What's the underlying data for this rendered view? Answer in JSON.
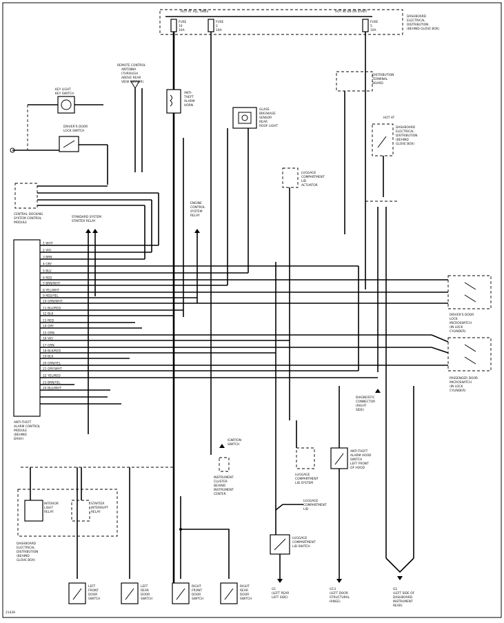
{
  "fuse_panel": {
    "left_header": "HOT AT ALL TIMES",
    "right_header": "HOT IN ON OR START",
    "fuse1": [
      "FUSE",
      "10",
      "10A"
    ],
    "fuse2": [
      "FUSE",
      "2",
      "10A"
    ],
    "fuse3": [
      "FUSE",
      "5",
      "10A"
    ],
    "right_label": [
      "DASHBOARD",
      "ELECTRICAL",
      "DISTRIBUTION",
      "(BEHIND GLOVE BOX)"
    ]
  },
  "components": {
    "horn": [
      "ANTI-THEFT",
      "ALARM HORN"
    ],
    "key_switch": [
      "KEY LIGHT",
      "KEY SWITCH"
    ],
    "driver_lock": [
      "DRIVER'S DOOR",
      "LOCK SWITCH"
    ],
    "central_module": [
      "CENTRAL DOCKING",
      "SYSTEM CONTROL",
      "MODULE"
    ],
    "interior_relay": [
      "STANDARD SYSTEM",
      "STARTER RELAY"
    ],
    "remote_antenna": [
      "REMOTE CONTROL",
      "ANTENNA",
      "(THROUGH",
      "ABOVE REAR",
      "VIEW MIRROR)"
    ],
    "anti_theft_horn": [
      "ANTI-",
      "THEFT",
      "ALARM",
      "HORN"
    ],
    "glass_sensor": [
      "GLASS",
      "BREAKAGE",
      "SENSOR",
      "REAR",
      "ROOF LIGHT"
    ],
    "engine_relay": [
      "ENGINE",
      "CONTROL",
      "SYSTEM",
      "RELAY"
    ],
    "luggage_actuator": [
      "LUGGAGE",
      "COMPARTMENT",
      "LID",
      "ACTUATOR"
    ],
    "distribution_board": [
      "DISTRIBUTION",
      "TERMINAL",
      "BOARD"
    ],
    "hot_at_box": [
      "HOT AT",
      "DASHBOARD",
      "ELECTRICAL",
      "DISTRIBUTION",
      "(BEHIND",
      "GLOVE BOX)"
    ],
    "rear_lock_upper": [
      "DRIVER'S DOOR",
      "LOCK",
      "MICROSWITCH",
      "(IN LOCK",
      "CYLINDER)"
    ],
    "rear_lock_lower": [
      "PASSENGER DOOR",
      "MICROSWITCH",
      "(IN LOCK",
      "CYLINDER)"
    ],
    "alarm_module": [
      "ANTI-THEFT",
      "ALARM CONTROL",
      "MODULE",
      "(BEHIND",
      "DASH)"
    ],
    "ignition": [
      "IGNITION",
      "SWITCH"
    ],
    "instrument": [
      "INSTRUMENT",
      "CLUSTER",
      "BEHIND",
      "INSTRUMENT",
      "CENTER"
    ],
    "interior_light_relay": [
      "INTERIOR",
      "LIGHT",
      "RELAY"
    ],
    "starter_relay": [
      "STARTER",
      "INTERRUPT",
      "RELAY"
    ],
    "relay_block": [
      "DASHBOARD",
      "ELECTRICAL",
      "DISTRIBUTION",
      "(BEHIND",
      "GLOVE BOX)"
    ],
    "luggage_sw": [
      "LUGGAGE",
      "COMPARTMENT",
      "LID"
    ],
    "luggage_lid_switch": [
      "LUGGAGE",
      "COMPARTMENT",
      "LID SWITCH"
    ],
    "luggage_lid": [
      "LUGGAGE",
      "COMPARTMENT",
      "LID SYSTEM"
    ],
    "hood_switch": [
      "ANTI-THEFT",
      "ALARM HOOD",
      "SWITCH",
      "LEFT FRONT",
      "OF HOOD"
    ],
    "diagnostic": [
      "DIAGNOSTIC",
      "CONNECTOR",
      "(RIGHT",
      "SIDE)"
    ],
    "sw_left_front": [
      "LEFT",
      "FRONT",
      "DOOR",
      "SWITCH"
    ],
    "sw_left_rear": [
      "LEFT",
      "REAR",
      "DOOR",
      "SWITCH"
    ],
    "sw_right_front": [
      "RIGHT",
      "FRONT",
      "DOOR",
      "SWITCH"
    ],
    "sw_right_rear": [
      "RIGHT",
      "REAR",
      "DOOR",
      "SWITCH"
    ],
    "ground_g3": [
      "G1",
      "(LEFT REAR",
      "LEFT SIDE)"
    ],
    "ground_g4": [
      "G13",
      "(LEFT DOOR",
      "STRUCTURAL",
      "HINGE)"
    ],
    "ground_g5": [
      "G2",
      "(LEFT SIDE OF",
      "DASHBOARD",
      "INSTRUMENT",
      "REAR)"
    ]
  },
  "wire_colors": [
    "WHT",
    "VIO",
    "BRN",
    "GRY",
    "BLU",
    "RED",
    "BLK",
    "GRN",
    "YEL",
    "ORN"
  ],
  "module_pins": [
    "1 WHT",
    "2 VIO",
    "3 BRN",
    "4 GRY",
    "5 BLU",
    "6 RED",
    "7 BRN/WHT",
    "8 YEL/WHT",
    "9 RED/YEL",
    "10 GRN/WHT",
    "11 BLU/RED",
    "12 BLK",
    "13 RED",
    "14 GRY",
    "15 ORN",
    "16 VIO",
    "17 GRN",
    "18 BLK/RED",
    "19 BLK",
    "20 GRN/YEL",
    "21 GRY/WHT",
    "22 YEL/RED",
    "23 BRN/YEL",
    "24 BLU/WHT"
  ],
  "figure_id": "21439"
}
